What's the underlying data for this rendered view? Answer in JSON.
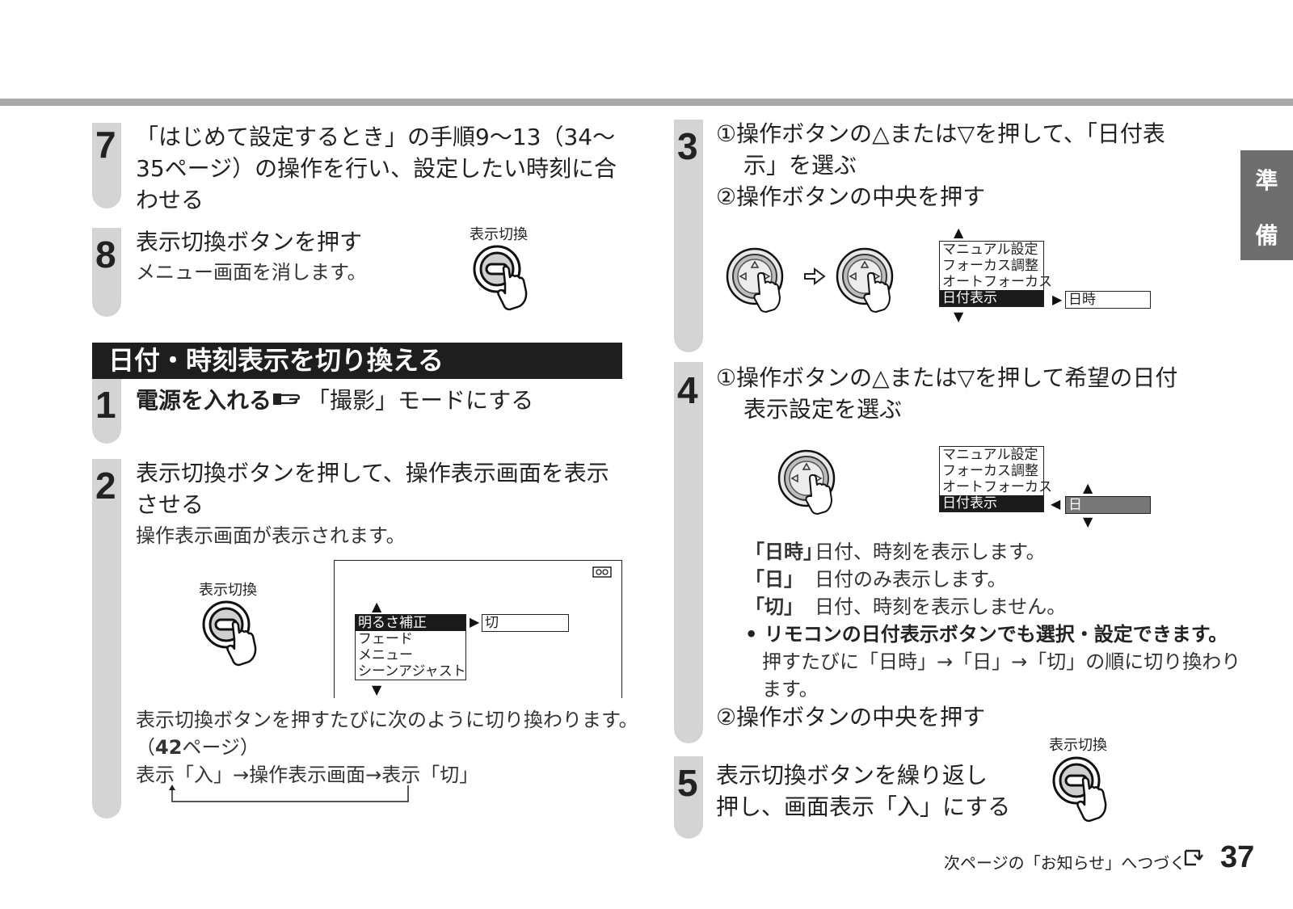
{
  "left": {
    "step7": {
      "num": "7",
      "line1": "「はじめて設定するとき」の手順9～13（34～",
      "line2": "35ページ）の操作を行い、設定したい時刻に合",
      "line3": "わせる"
    },
    "step8": {
      "num": "8",
      "title": "表示切換ボタンを押す",
      "desc": "メニュー画面を消します。",
      "button_label": "表示切換"
    },
    "section_title": "日付・時刻表示を切り換える",
    "step1": {
      "num": "1",
      "bold_part": "電源を入れる",
      "rest": "「撮影」モードにする"
    },
    "step2": {
      "num": "2",
      "line1": "表示切換ボタンを押して、操作表示画面を表示",
      "line2": "させる",
      "desc": "操作表示画面が表示されます。",
      "button_label": "表示切換",
      "menu": [
        "明るさ補正",
        "フェード",
        "メニュー",
        "シーンアジャスト"
      ],
      "menu_value": "切",
      "note1": "表示切換ボタンを押すたびに次のように切り換わります。",
      "note2_open": "（",
      "note2_num": "42",
      "note2_rest": "ページ）",
      "cycle": "表示「入」→操作表示画面→表示「切」"
    }
  },
  "right": {
    "step3": {
      "num": "3",
      "sub1_line1": "①操作ボタンの△または▽を押して、「日付表",
      "sub1_line2": "示」を選ぶ",
      "sub2": "②操作ボタンの中央を押す",
      "menu": [
        "マニュアル設定",
        "フォーカス調整",
        "オートフォーカス",
        "日付表示"
      ],
      "menu_value": "日時"
    },
    "step4": {
      "num": "4",
      "sub1_line1": "①操作ボタンの△または▽を押して希望の日付",
      "sub1_line2": "表示設定を選ぶ",
      "menu": [
        "マニュアル設定",
        "フォーカス調整",
        "オートフォーカス",
        "日付表示"
      ],
      "menu_value": "日",
      "opt1_key": "「日時」",
      "opt1_desc": "日付、時刻を表示します。",
      "opt2_key": "「日」",
      "opt2_desc": "日付のみ表示します。",
      "opt3_key": "「切」",
      "opt3_desc": "日付、時刻を表示しません。",
      "bullet_line1": "• リモコンの日付表示ボタンでも選択・設定できます。",
      "bullet_line2": "押すたびに「日時」→「日」→「切」の順に切り換わり",
      "bullet_line3": "ます。",
      "sub2": "②操作ボタンの中央を押す"
    },
    "step5": {
      "num": "5",
      "line1": "表示切換ボタンを繰り返し",
      "line2": "押し、画面表示「入」にする",
      "button_label": "表示切換"
    }
  },
  "sidetab": {
    "char1": "準",
    "char2": "備"
  },
  "footer": {
    "continue": "次ページの「お知らせ」へつづく",
    "page": "37"
  },
  "colors": {
    "header_bg": "#1e1e1e",
    "step_bar": "#d4d4d4",
    "sidetab_bg": "#6e6e6e",
    "topbar": "#a8a8a8"
  },
  "icons": [
    "display-button-icon",
    "finger-press-icon",
    "control-dial-icon",
    "arrow-right-icon",
    "reference-hand-icon",
    "continue-icon",
    "tape-icon"
  ]
}
